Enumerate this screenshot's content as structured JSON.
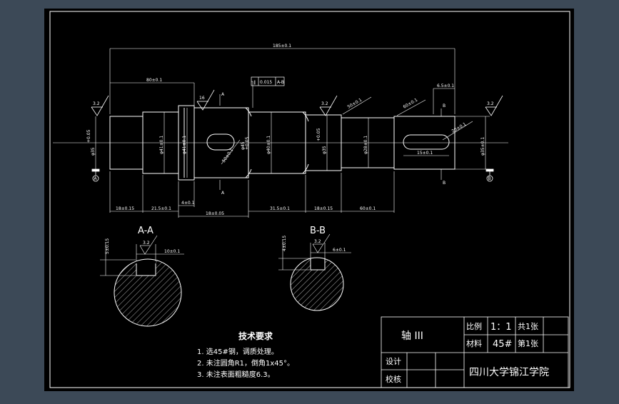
{
  "drawing": {
    "overall_length": "185±0.1",
    "d80": "80±0.1",
    "gdt_value": "0.015",
    "gdt_datum": "A-B",
    "d6_5": "6.5±0.1",
    "d50": "50±0.1",
    "d60": "60±0.1",
    "r_left": "3.2",
    "r_16": "16",
    "r_mid": "3.2",
    "r_right": "3.2",
    "label_a": "A",
    "label_b": "B",
    "datum_a": "A",
    "datum_b": "B",
    "diam_left": "φ35",
    "diam_left_tol": "+0.05",
    "diam_2": "φ41±0.1",
    "diam_3": "φ41±0.1",
    "diam_4": "φ45",
    "diam_4_tol": "±0.05",
    "diam_5": "φ40±0.1",
    "diam_6": "φ35",
    "diam_6_tol": "+0.05",
    "diam_7": "φ28±0.1",
    "diam_8": "φ35±0.1",
    "key_a_len": "50±0.1",
    "key_b_len": "15±0.1",
    "key_b_width": "20±0.1",
    "bot_1": "18±0.15",
    "bot_2": "21.5±0.1",
    "bot_3": "4±0.1",
    "bot_4": "18±0.05",
    "bot_5": "31.5±0.1",
    "bot_6": "18±0.15",
    "bot_7": "60±0.1"
  },
  "sections": {
    "a_title": "A-A",
    "a_depth": "5±0.15",
    "a_rough": "3.2",
    "a_width": "10±0.1",
    "b_title": "B-B",
    "b_depth": "4±0.15",
    "b_rough": "3.2",
    "b_width": "6±0.1"
  },
  "notes": {
    "title": "技术要求",
    "items": [
      "1. 选45#钢，调质处理。",
      "2. 未注圆角R1，倒角1x45°。",
      "3. 未注表面粗糙度6.3。"
    ]
  },
  "title_block": {
    "part_name": "轴 III",
    "scale_label": "比例",
    "scale_value": "1：1",
    "sheets_total": "共1张",
    "material_label": "材料",
    "material_value": "45#",
    "sheet_no": "第1张",
    "design_label": "设计",
    "check_label": "校核",
    "school": "四川大学锦江学院"
  },
  "colors": {
    "background": "#3c4957",
    "paper": "#000000",
    "line": "#ffffff"
  }
}
